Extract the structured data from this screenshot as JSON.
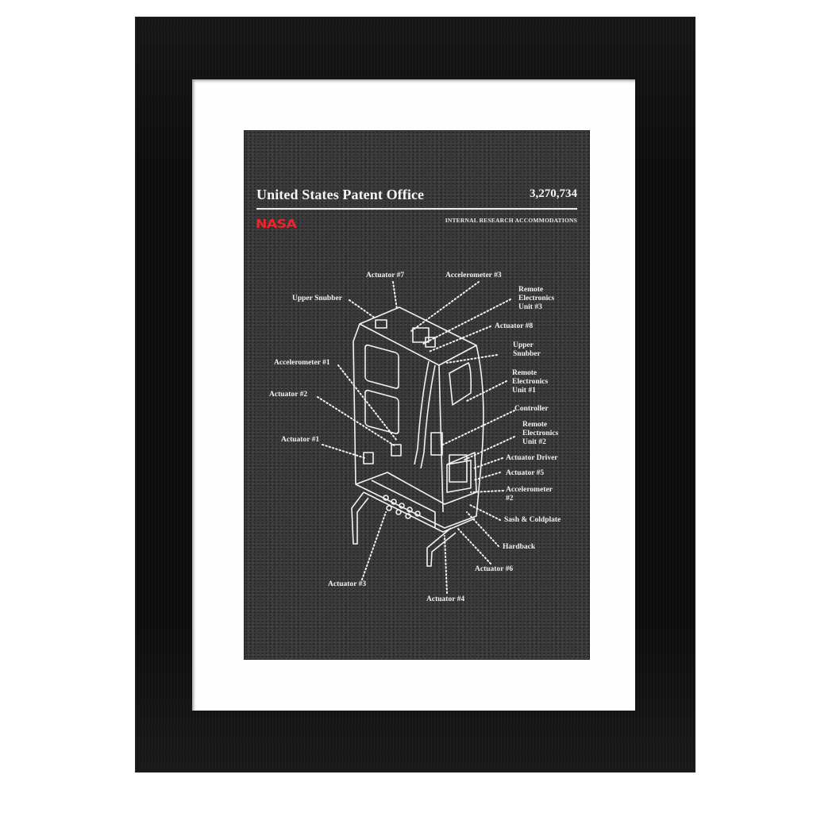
{
  "poster": {
    "title": "United States Patent Office",
    "patent_number": "3,270,734",
    "subtitle": "INTERNAL RESEARCH ACCOMMODATIONS",
    "logo_text": "NASA",
    "colors": {
      "background": "#3a3a3a",
      "line_art": "#f2f2f2",
      "logo": "#e8262d",
      "frame": "#0d0d0d",
      "mat": "#fefefe"
    }
  },
  "labels": {
    "actuator7": "Actuator #7",
    "accelerometer3": "Accelerometer #3",
    "upper_snubber_left": "Upper Snubber",
    "reu3": "Remote\nElectronics\nUnit #3",
    "actuator8": "Actuator #8",
    "upper_snubber_right": "Upper\nSnubber",
    "accelerometer1": "Accelerometer #1",
    "reu1": "Remote\nElectronics\nUnit #1",
    "actuator2": "Actuator #2",
    "controller": "Controller",
    "reu2": "Remote\nElectronics\nUnit #2",
    "actuator1": "Actuator #1",
    "actuator_driver": "Actuator Driver",
    "actuator5": "Actuator #5",
    "accelerometer2": "Accelerometer\n#2",
    "sash_coldplate": "Sash & Coldplate",
    "hardback": "Hardback",
    "actuator6": "Actuator #6",
    "actuator3": "Actuator #3",
    "actuator4": "Actuator #4"
  }
}
